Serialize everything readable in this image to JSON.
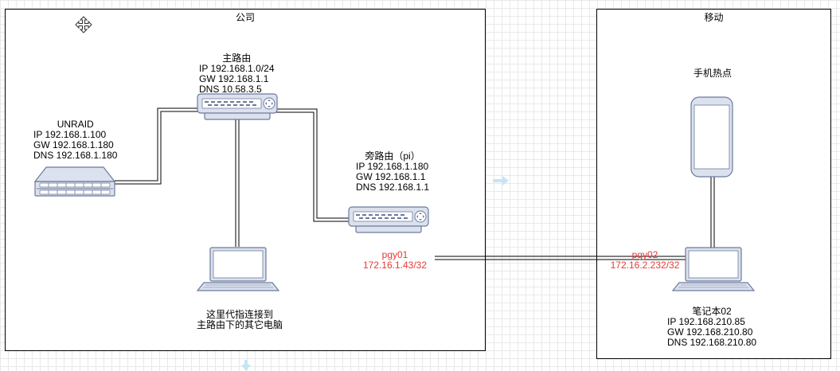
{
  "groups": {
    "company": {
      "title": "公司"
    },
    "mobile": {
      "title": "移动"
    }
  },
  "main_router": {
    "name": "主路由",
    "ip": "IP 192.168.1.0/24",
    "gw": "GW   192.168.1.1",
    "dns": "DNS  10.58.3.5"
  },
  "unraid": {
    "name": "UNRAID",
    "ip": "IP    192.168.1.100",
    "gw": "GW 192.168.1.180",
    "dns": "DNS 192.168.1.180"
  },
  "side_router": {
    "name": "旁路由（pi）",
    "ip": "IP  192.168.1.180",
    "gw": "GW  192.168.1.1",
    "dns": "DNS 192.168.1.1"
  },
  "office_pc": {
    "line1": "这里代指连接到",
    "line2": "主路由下的其它电脑"
  },
  "pgy01": {
    "name": "pgy01",
    "ip": "172.16.1.43/32"
  },
  "pgy02": {
    "name": "pgy02",
    "ip": "172.16.2.232/32"
  },
  "hotspot": {
    "name": "手机热点"
  },
  "laptop02": {
    "name": "笔记本02",
    "ip": "IP    192.168.210.85",
    "gw": "GW  192.168.210.80",
    "dns": "DNS 192.168.210.80"
  },
  "colors": {
    "device_fill": "#dbe1ee",
    "device_stroke": "#6b7a9a",
    "label_red": "#e53935",
    "arrow_blue": "#c6e4f8"
  },
  "icons": [
    "move-icon",
    "router-icon",
    "server-icon",
    "laptop-icon",
    "phone-icon",
    "arrow-right-icon",
    "arrow-down-icon"
  ]
}
